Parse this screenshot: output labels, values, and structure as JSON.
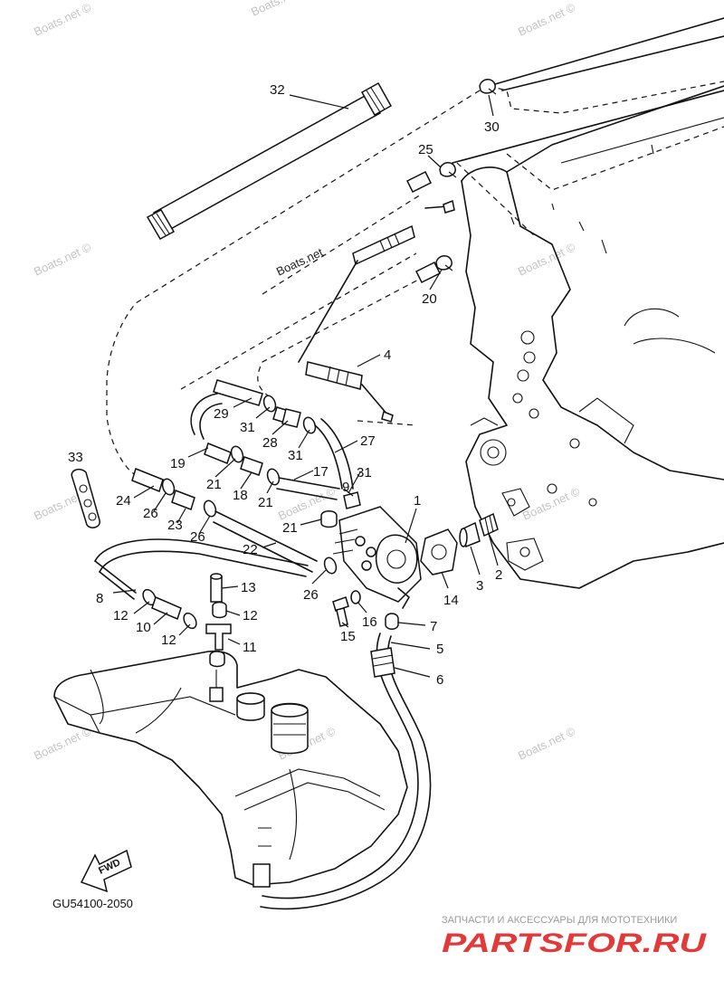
{
  "watermarks": [
    "Boats.net ©",
    "Boats.net ©",
    "Boats.net ©",
    "Boats.net ©",
    "Boats.net ©",
    "Boats.net ©",
    "Boats.net ©",
    "Boats.net ©",
    "Boats.net ©",
    "Boats.net ©",
    "Boats.net ©",
    "Boats.net"
  ],
  "callouts": [
    "32",
    "30",
    "25",
    "20",
    "4",
    "29",
    "31",
    "28",
    "31",
    "27",
    "19",
    "21",
    "18",
    "17",
    "21",
    "31",
    "9",
    "33",
    "24",
    "26",
    "23",
    "26",
    "21",
    "1",
    "22",
    "26",
    "3",
    "2",
    "14",
    "8",
    "13",
    "12",
    "12",
    "10",
    "12",
    "11",
    "16",
    "15",
    "7",
    "5",
    "6"
  ],
  "fwd_label": "FWD",
  "diagram_code": "GU54100-2050",
  "footer": {
    "tagline": "ЗАПЧАСТИ И АКСЕССУАРЫ ДЛЯ МОТОТЕХНИКИ",
    "brand": "PARTSFOR.RU"
  },
  "colors": {
    "line": "#111111",
    "watermark": "#c4c4c4",
    "brand": "#e23a3a"
  }
}
